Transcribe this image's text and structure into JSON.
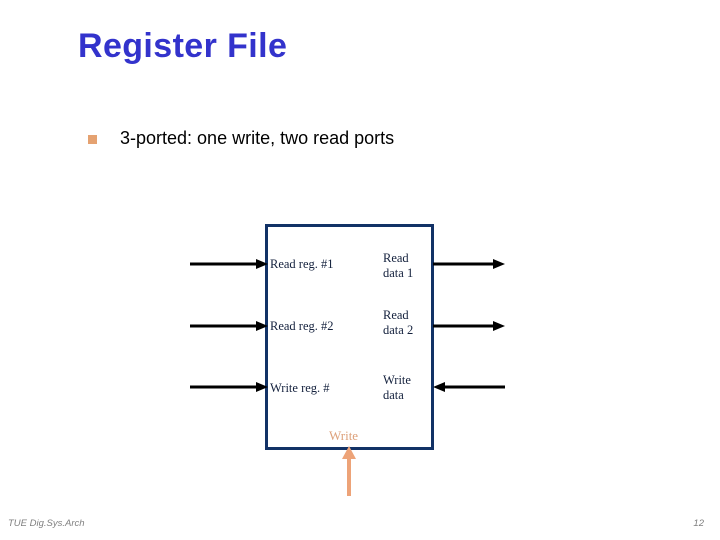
{
  "slide": {
    "title": "Register File",
    "title_color": "#3333cc",
    "background": "#ffffff"
  },
  "bullets": [
    {
      "marker": "square-bullet-icon",
      "marker_color": "#e5a271",
      "text": "3-ported: one write, two read ports"
    }
  ],
  "diagram": {
    "name": "register-file-block-diagram",
    "box_border_color": "#123266",
    "label_color": "#14213d",
    "arrow_color": "#000000",
    "write_signal_color": "#dda07a",
    "inputs": [
      {
        "label": "Read reg. #1",
        "arrow": "arrow-right-icon"
      },
      {
        "label": "Read reg. #2",
        "arrow": "arrow-right-icon"
      },
      {
        "label": "Write reg. #",
        "arrow": "arrow-right-icon"
      }
    ],
    "outputs": [
      {
        "label": "Read\ndata 1",
        "arrow": "arrow-right-icon",
        "direction": "out"
      },
      {
        "label": "Read\ndata 2",
        "arrow": "arrow-right-icon",
        "direction": "out"
      },
      {
        "label": "Write\ndata",
        "arrow": "arrow-left-icon",
        "direction": "in"
      }
    ],
    "control": {
      "label": "Write",
      "arrow": "arrow-up-icon"
    }
  },
  "footer": {
    "left": "TUE Dig.Sys.Arch",
    "page": "12"
  }
}
